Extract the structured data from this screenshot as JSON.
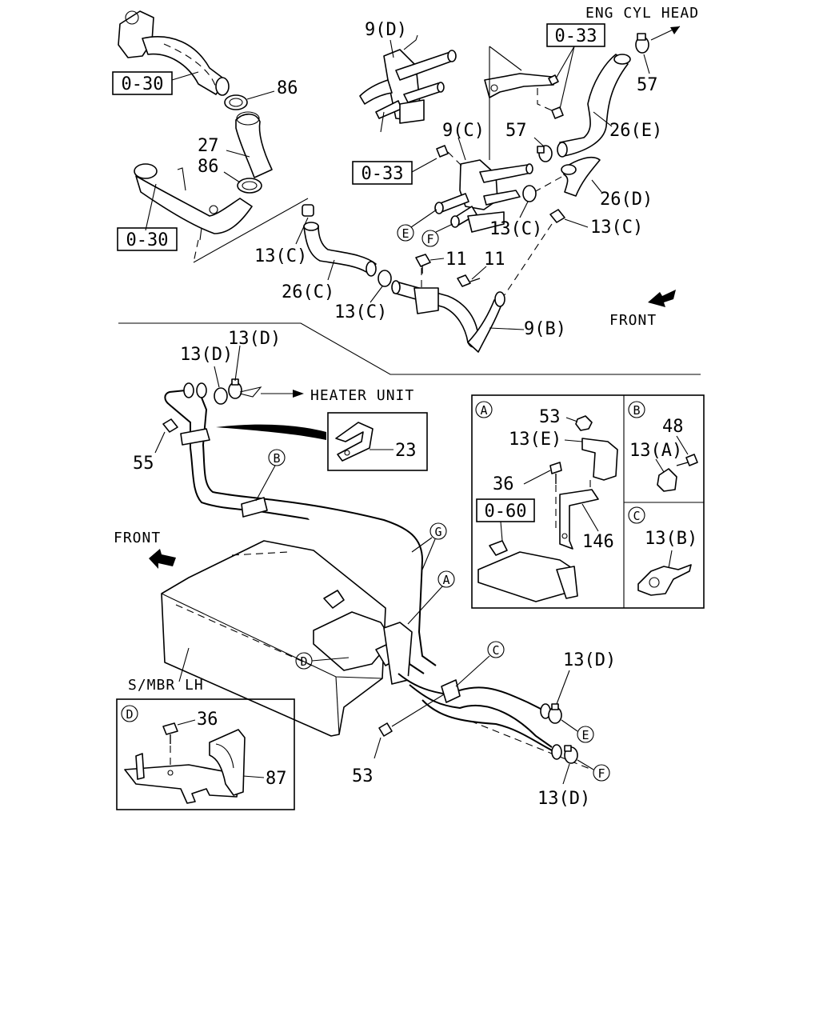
{
  "labels": {
    "eng_cyl_head": "ENG CYL HEAD",
    "heater_unit": "HEATER UNIT",
    "front_top": "FRONT",
    "front_left": "FRONT",
    "smbr_lh": "S/MBR LH",
    "ref_030_a": "0-30",
    "ref_030_b": "0-30",
    "ref_033_a": "0-33",
    "ref_033_b": "0-33",
    "ref_060": "0-60",
    "p86a": "86",
    "p86b": "86",
    "p27": "27",
    "p9d": "9(D)",
    "p9c": "9(C)",
    "p9b": "9(B)",
    "p57a": "57",
    "p57b": "57",
    "p26e": "26(E)",
    "p26d": "26(D)",
    "p26c": "26(C)",
    "p13c_a": "13(C)",
    "p13c_b": "13(C)",
    "p13c_c": "13(C)",
    "p13c_d": "13(C)",
    "p11a": "11",
    "p11b": "11",
    "p13d_a": "13(D)",
    "p13d_b": "13(D)",
    "p13d_c": "13(D)",
    "p13d_d": "13(D)",
    "p55": "55",
    "p23": "23",
    "p53a": "53",
    "p53b": "53",
    "p13e": "13(E)",
    "p36a": "36",
    "p36b": "36",
    "p146": "146",
    "p48": "48",
    "p13a": "13(A)",
    "p13b": "13(B)",
    "p87": "87"
  },
  "callouts": {
    "A": "A",
    "B": "B",
    "C": "C",
    "D": "D",
    "E": "E",
    "F": "F",
    "G": "G"
  }
}
